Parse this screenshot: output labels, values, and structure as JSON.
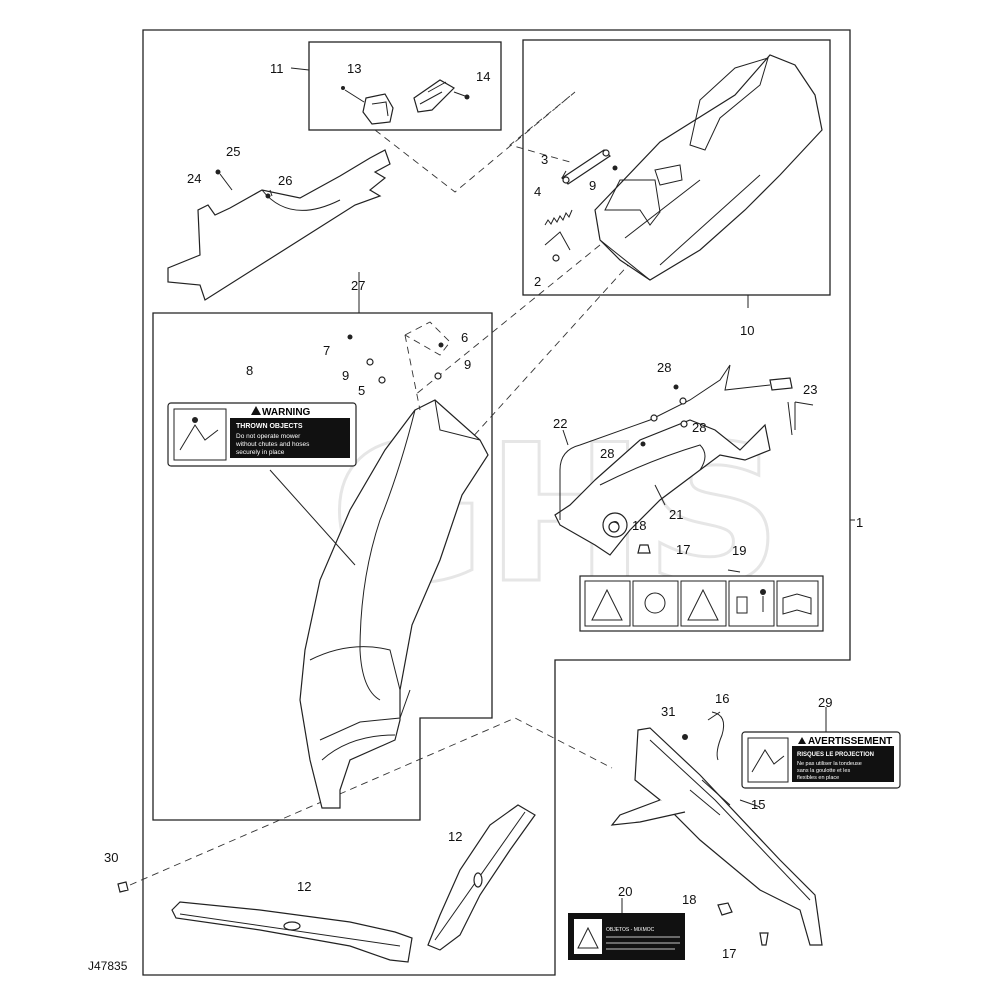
{
  "diagram_code": "J47835",
  "watermark": "GHS",
  "callouts": [
    {
      "id": "c1",
      "text": "1"
    },
    {
      "id": "c2",
      "text": "2"
    },
    {
      "id": "c3",
      "text": "3"
    },
    {
      "id": "c4",
      "text": "4"
    },
    {
      "id": "c5",
      "text": "5"
    },
    {
      "id": "c6",
      "text": "6"
    },
    {
      "id": "c7",
      "text": "7"
    },
    {
      "id": "c8",
      "text": "8"
    },
    {
      "id": "c9a",
      "text": "9"
    },
    {
      "id": "c9b",
      "text": "9"
    },
    {
      "id": "c9c",
      "text": "9"
    },
    {
      "id": "c10",
      "text": "10"
    },
    {
      "id": "c11",
      "text": "11"
    },
    {
      "id": "c12a",
      "text": "12"
    },
    {
      "id": "c12b",
      "text": "12"
    },
    {
      "id": "c13",
      "text": "13"
    },
    {
      "id": "c14",
      "text": "14"
    },
    {
      "id": "c15",
      "text": "15"
    },
    {
      "id": "c16",
      "text": "16"
    },
    {
      "id": "c17a",
      "text": "17"
    },
    {
      "id": "c17b",
      "text": "17"
    },
    {
      "id": "c18a",
      "text": "18"
    },
    {
      "id": "c18b",
      "text": "18"
    },
    {
      "id": "c19",
      "text": "19"
    },
    {
      "id": "c20",
      "text": "20"
    },
    {
      "id": "c21",
      "text": "21"
    },
    {
      "id": "c22",
      "text": "22"
    },
    {
      "id": "c23",
      "text": "23"
    },
    {
      "id": "c24",
      "text": "24"
    },
    {
      "id": "c25",
      "text": "25"
    },
    {
      "id": "c26",
      "text": "26"
    },
    {
      "id": "c27",
      "text": "27"
    },
    {
      "id": "c28a",
      "text": "28"
    },
    {
      "id": "c28b",
      "text": "28"
    },
    {
      "id": "c28c",
      "text": "28"
    },
    {
      "id": "c29",
      "text": "29"
    },
    {
      "id": "c30",
      "text": "30"
    },
    {
      "id": "c31",
      "text": "31"
    }
  ],
  "warning_decal": {
    "title": "WARNING",
    "heading": "THROWN OBJECTS",
    "lines": [
      "Do not operate mower",
      "without chutes and hoses",
      "securely in place"
    ]
  },
  "french_decal": {
    "title": "AVERTISSEMENT",
    "heading": "RISQUES LE PROJECTION",
    "lines": [
      "Ne pas utiliser la tondeuse",
      "sans la goulotte et les",
      "flexibles en place"
    ]
  },
  "small_decal": {
    "heading": "OBJETOS - MIXMOC"
  }
}
